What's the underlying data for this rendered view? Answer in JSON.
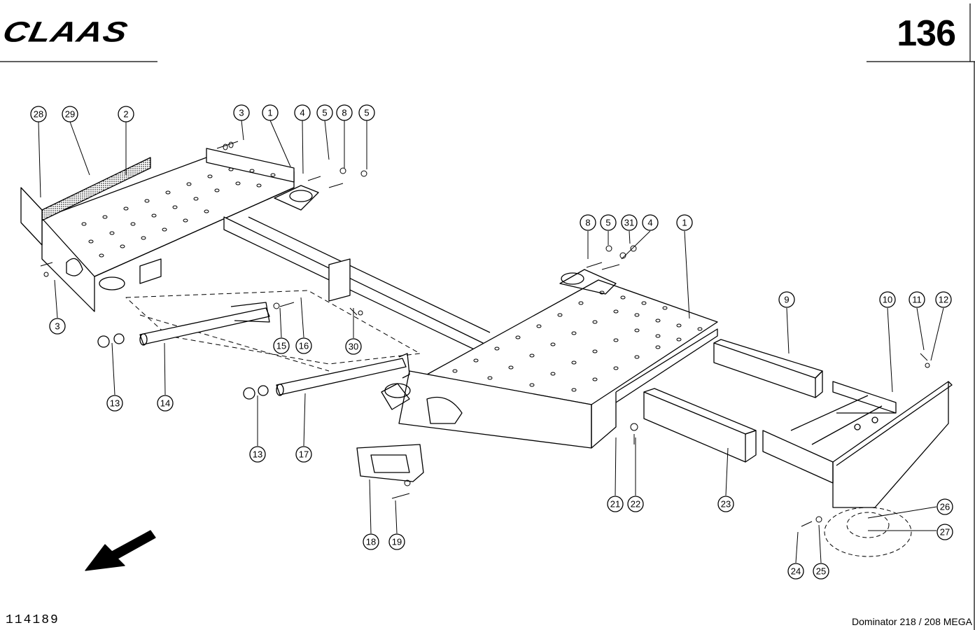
{
  "header": {
    "brand": "CLAAS",
    "page_number": "136"
  },
  "footer": {
    "drawing_number": "114189",
    "model": "Dominator 218 / 208 MEGA"
  },
  "callouts": [
    {
      "id": "c28",
      "label": "28"
    },
    {
      "id": "c29",
      "label": "29"
    },
    {
      "id": "c2",
      "label": "2"
    },
    {
      "id": "c3a",
      "label": "3"
    },
    {
      "id": "c1a",
      "label": "1"
    },
    {
      "id": "c4a",
      "label": "4"
    },
    {
      "id": "c5a",
      "label": "5"
    },
    {
      "id": "c8a",
      "label": "8"
    },
    {
      "id": "c5b",
      "label": "5"
    },
    {
      "id": "c8b",
      "label": "8"
    },
    {
      "id": "c5c",
      "label": "5"
    },
    {
      "id": "c31",
      "label": "31"
    },
    {
      "id": "c4b",
      "label": "4"
    },
    {
      "id": "c1b",
      "label": "1"
    },
    {
      "id": "c9",
      "label": "9"
    },
    {
      "id": "c10",
      "label": "10"
    },
    {
      "id": "c11",
      "label": "11"
    },
    {
      "id": "c12",
      "label": "12"
    },
    {
      "id": "c3b",
      "label": "3"
    },
    {
      "id": "c15",
      "label": "15"
    },
    {
      "id": "c16",
      "label": "16"
    },
    {
      "id": "c30",
      "label": "30"
    },
    {
      "id": "c13a",
      "label": "13"
    },
    {
      "id": "c14",
      "label": "14"
    },
    {
      "id": "c13b",
      "label": "13"
    },
    {
      "id": "c17",
      "label": "17"
    },
    {
      "id": "c21",
      "label": "21"
    },
    {
      "id": "c22",
      "label": "22"
    },
    {
      "id": "c23",
      "label": "23"
    },
    {
      "id": "c26",
      "label": "26"
    },
    {
      "id": "c27",
      "label": "27"
    },
    {
      "id": "c18",
      "label": "18"
    },
    {
      "id": "c19",
      "label": "19"
    },
    {
      "id": "c24",
      "label": "24"
    },
    {
      "id": "c25",
      "label": "25"
    }
  ]
}
